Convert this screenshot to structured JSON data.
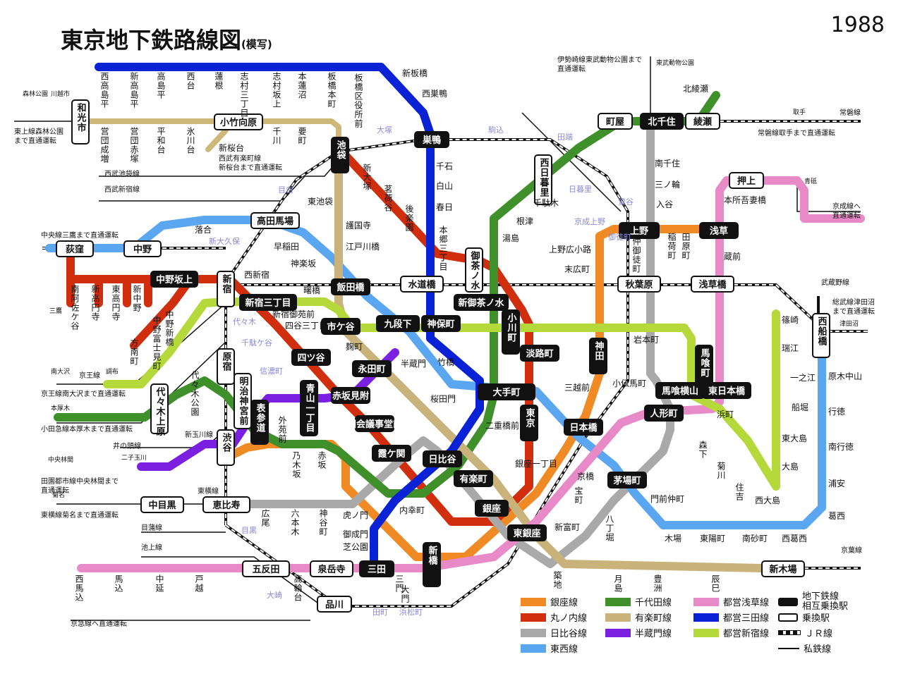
{
  "title": "東京地下鉄路線図",
  "subtitle": "(模写)",
  "year": "1988",
  "colors": {
    "ginza": "#f08a24",
    "marunouchi": "#d12e0e",
    "hibiya": "#a9a9a9",
    "tozai": "#5aa6f0",
    "chiyoda": "#3f8f2a",
    "yurakucho": "#c9b37a",
    "hanzomon": "#7b1fe0",
    "asakusa": "#e889c8",
    "mita": "#0a22d6",
    "shinjuku": "#b5d93a",
    "seibu": "#cdb87a"
  },
  "legend": [
    {
      "label": "銀座線",
      "color": "#f08a24",
      "kind": "swatch"
    },
    {
      "label": "丸ノ内線",
      "color": "#d12e0e",
      "kind": "swatch"
    },
    {
      "label": "日比谷線",
      "color": "#a9a9a9",
      "kind": "swatch"
    },
    {
      "label": "東西線",
      "color": "#5aa6f0",
      "kind": "swatch"
    },
    {
      "label": "千代田線",
      "color": "#3f8f2a",
      "kind": "swatch"
    },
    {
      "label": "有楽町線",
      "color": "#c9b37a",
      "kind": "swatch"
    },
    {
      "label": "半蔵門線",
      "color": "#7b1fe0",
      "kind": "swatch"
    },
    {
      "label": "都営浅草線",
      "color": "#e889c8",
      "kind": "swatch"
    },
    {
      "label": "都営三田線",
      "color": "#0a22d6",
      "kind": "swatch"
    },
    {
      "label": "都営新宿線",
      "color": "#b5d93a",
      "kind": "swatch"
    },
    {
      "label": "地下鉄線\n相互乗換駅",
      "kind": "black"
    },
    {
      "label": "乗換駅",
      "kind": "white"
    },
    {
      "label": "ＪＲ線",
      "kind": "jr"
    },
    {
      "label": "私鉄線",
      "kind": "line"
    }
  ],
  "boxed_stations": {
    "black": [
      "池袋",
      "巣鴨",
      "北千住",
      "上野",
      "浅草",
      "大手町",
      "三田",
      "表参道",
      "永田町",
      "日比谷",
      "霞ケ関",
      "銀座",
      "東銀座",
      "日本橋",
      "人形町",
      "茅場町",
      "新橋",
      "東京",
      "淡路町",
      "小川町",
      "九段下",
      "市ケ谷",
      "飯田橋",
      "神保町",
      "神田",
      "新宿三丁目",
      "中野坂上",
      "馬喰町",
      "東日本橋",
      "馬喰横山",
      "新御茶ノ水",
      "国会議事堂前",
      "赤坂見附",
      "有楽町",
      "四ツ谷",
      "青山一丁目"
    ],
    "white": [
      "和光市",
      "小竹向原",
      "町屋",
      "綾瀬",
      "押上",
      "高田馬場",
      "荻窪",
      "中野",
      "新宿",
      "原宿",
      "渋谷",
      "中目黒",
      "恵比寿",
      "五反田",
      "泉岳寺",
      "品川",
      "水道橋",
      "秋葉原",
      "浅草橋",
      "西船橋",
      "新木場",
      "明治神宮前",
      "御茶ノ水",
      "西日暮里",
      "代々木上原"
    ]
  },
  "stations_vertical": [
    "西高島平",
    "新高島平",
    "高島平",
    "西台",
    "蓮根",
    "志村三丁目",
    "志村坂上",
    "本蓮沼",
    "板橋本町",
    "板橋区役所前",
    "営団成増",
    "営団赤塚",
    "平和台",
    "氷川台",
    "千川",
    "要町",
    "新大塚",
    "茗荷谷",
    "後楽園",
    "本郷三丁目",
    "南阿佐ケ谷",
    "新高円寺",
    "東高円寺",
    "新中野",
    "中野富士見町",
    "中野新橋",
    "方南町",
    "稲荷町",
    "田原町",
    "仲御徒町",
    "乃木坂",
    "赤坂",
    "外苑前",
    "代々木公園",
    "広尾",
    "六本木",
    "神谷町",
    "西馬込",
    "馬込",
    "中延",
    "戸越",
    "高輪台",
    "月島",
    "豊洲",
    "辰巳",
    "築地",
    "八丁堀",
    "宝町",
    "森下",
    "菊川",
    "住吉",
    "三門",
    "大門"
  ],
  "stations_horizontal": [
    "新板橋",
    "西巣鴨",
    "千石",
    "白山",
    "春日",
    "東池袋",
    "護国寺",
    "江戸川橋",
    "早稲田",
    "神楽坂",
    "落合",
    "西新宿",
    "曙橋",
    "新宿御苑前",
    "四谷三丁目",
    "竹橋",
    "千駄木",
    "根津",
    "湯島",
    "上野広小路",
    "末広町",
    "南千住",
    "三ノ輪",
    "入谷",
    "本所吾妻橋",
    "蔵前",
    "北綾瀬",
    "岩本町",
    "小伝馬町",
    "三越前",
    "浜町",
    "篠崎",
    "瑞江",
    "一之江",
    "船堀",
    "東大島",
    "大島",
    "西大島",
    "原木中山",
    "行徳",
    "南行徳",
    "浦安",
    "葛西",
    "西葛西",
    "南砂町",
    "東陽町",
    "木場",
    "門前仲町",
    "新富町",
    "京橋",
    "虎ノ門",
    "御成門",
    "芝公園",
    "内幸町",
    "二重橋前",
    "銀座一丁目",
    "桜田門",
    "麹町",
    "半蔵門",
    "新桜台"
  ],
  "jr_stations": [
    "大塚",
    "駒込",
    "田端",
    "日暮里",
    "鶯谷",
    "京成上野",
    "御徒町",
    "目白",
    "新大久保",
    "代々木",
    "信濃町",
    "千駄ケ谷",
    "大崎",
    "目黒",
    "田町",
    "浜松町"
  ],
  "notes": [
    "東上線森林公園\nまで直通運転",
    "西武有楽町線\n新桜台まで直通運転",
    "西武池袋線",
    "西武新宿線",
    "中央線三鷹まで直通運転",
    "京王線南大沢まで直通運転",
    "小田急線本厚木まで直通運転",
    "井の頭線",
    "田園都市線中央林間まで\n直通運転",
    "東横線菊名まで直通運転",
    "目蒲線",
    "池上線",
    "京急線へ直通運転",
    "伊勢崎線東武動物公園まで\n直通運転",
    "常磐線",
    "常磐線取手まで直通運転",
    "京成線へ\n直通運転",
    "武蔵野線",
    "総武線津田沼\nまで直通運転",
    "京葉線",
    "京王線",
    "新玉川線",
    "東横線"
  ],
  "small_labels": [
    "森林公園",
    "川越市",
    "東武動物公園",
    "取手",
    "青砥",
    "津田沼",
    "南大沢",
    "調布",
    "本厚木",
    "中央林間",
    "二子玉川",
    "菊名",
    "三鷹",
    "新桜台"
  ]
}
